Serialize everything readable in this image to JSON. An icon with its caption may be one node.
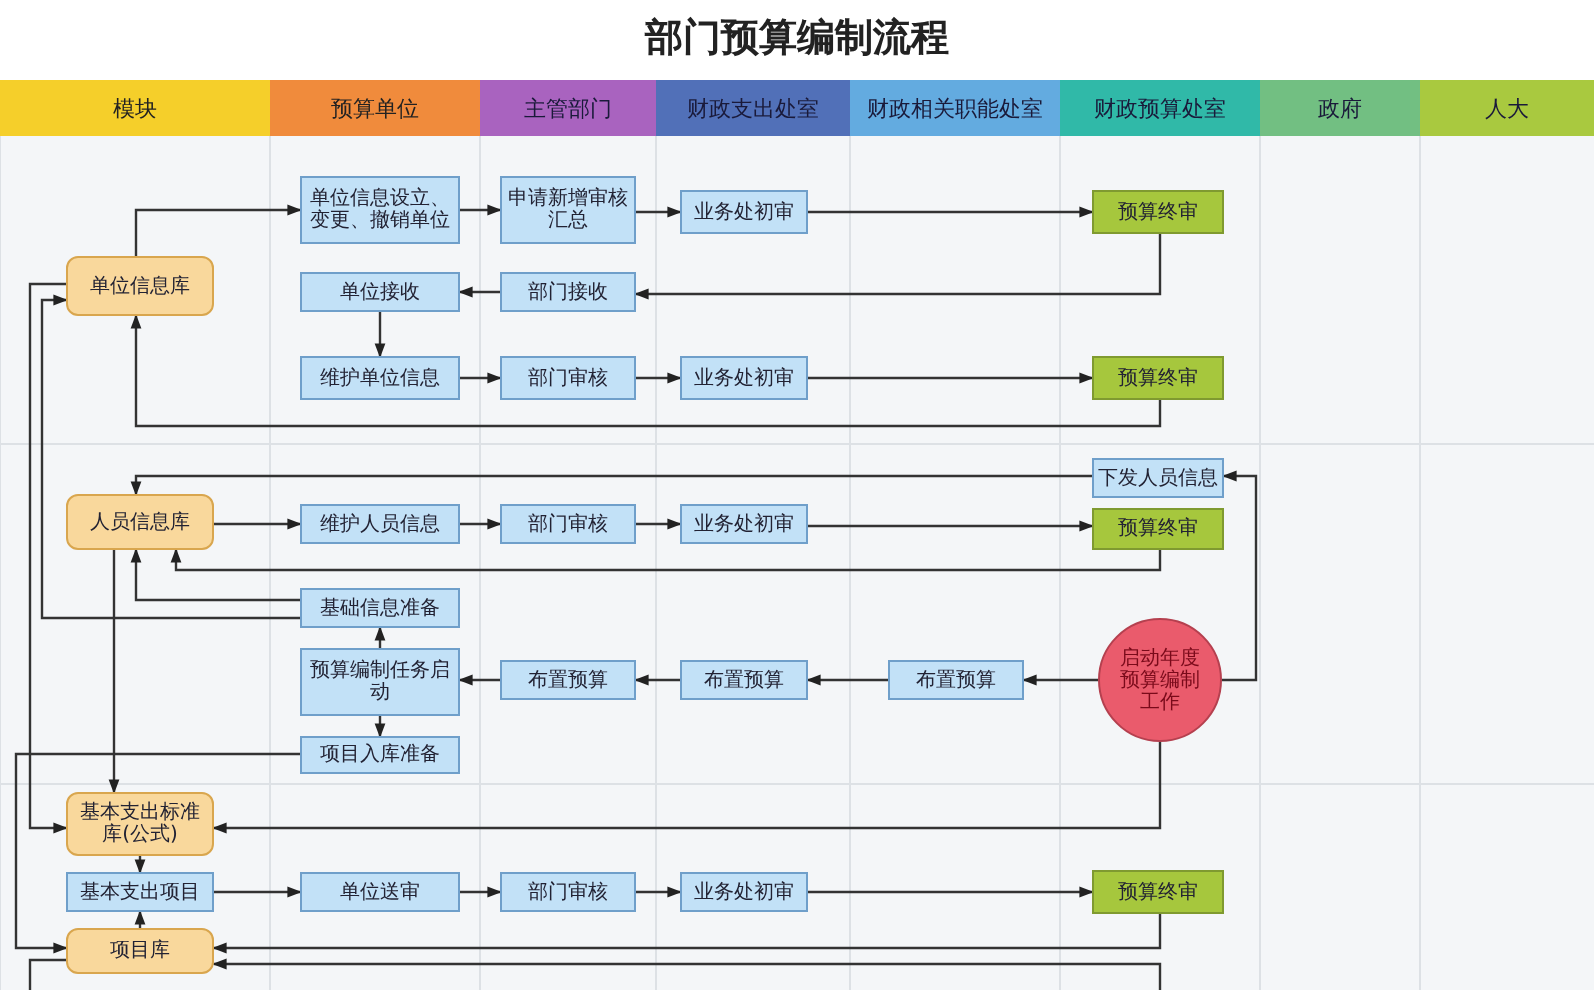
{
  "diagram": {
    "title": "部门预算编制流程",
    "nodes": [
      {
        "text": [
          "单位信息库"
        ]
      },
      {
        "text": [
          "单位信息设立、变更、撤销单位"
        ]
      },
      {
        "text": [
          "申请新增审核汇总"
        ]
      },
      {
        "text": [
          "业务处初审"
        ]
      },
      {
        "text": [
          "预算终审"
        ]
      },
      {
        "text": [
          "单位接收"
        ]
      },
      {
        "text": [
          "部门接收"
        ]
      },
      {
        "text": [
          "维护单位信息"
        ]
      },
      {
        "text": [
          "部门审核"
        ]
      },
      {
        "text": [
          "业务处初审"
        ]
      },
      {
        "text": [
          "预算终审"
        ]
      },
      {
        "text": [
          "下发人员信息"
        ]
      },
      {
        "text": [
          "人员信息库"
        ]
      },
      {
        "text": [
          "维护人员信息"
        ]
      },
      {
        "text": [
          "部门审核"
        ]
      },
      {
        "text": [
          "业务处初审"
        ]
      },
      {
        "text": [
          "预算终审"
        ]
      },
      {
        "text": [
          "基础信息准备"
        ]
      },
      {
        "text": [
          "预算编制任务启动"
        ]
      },
      {
        "text": [
          "布置预算"
        ]
      },
      {
        "text": [
          "布置预算"
        ]
      },
      {
        "text": [
          "布置预算"
        ]
      },
      {
        "text": [
          "启动年度预算编制工作"
        ]
      },
      {
        "text": [
          "项目入库准备"
        ]
      },
      {
        "text": [
          "基本支出标准库(公式)"
        ]
      },
      {
        "text": [
          "基本支出项目"
        ]
      },
      {
        "text": [
          "单位送审"
        ]
      },
      {
        "text": [
          "部门审核"
        ]
      },
      {
        "text": [
          "业务处初审"
        ]
      },
      {
        "text": [
          "预算终审"
        ]
      },
      {
        "text": [
          "项目库"
        ]
      }
    ],
    "edges": [
      {
        "from": 0,
        "to": 1,
        "arrow": "to"
      },
      {
        "from": 1,
        "to": 2,
        "arrow": "to"
      },
      {
        "from": 2,
        "to": 3,
        "arrow": "to"
      },
      {
        "from": 3,
        "to": 4,
        "arrow": "to"
      },
      {
        "from": 4,
        "to": 6,
        "arrow": "to"
      },
      {
        "from": 6,
        "to": 5,
        "arrow": "to"
      },
      {
        "from": 5,
        "to": 7,
        "arrow": "to"
      },
      {
        "from": 7,
        "to": 8,
        "arrow": "to"
      },
      {
        "from": 8,
        "to": 9,
        "arrow": "to"
      },
      {
        "from": 9,
        "to": 10,
        "arrow": "to"
      },
      {
        "from": 10,
        "to": 0,
        "arrow": "to"
      },
      {
        "from": 22,
        "to": 11,
        "arrow": "to"
      },
      {
        "from": 11,
        "to": 12,
        "arrow": "to"
      },
      {
        "from": 12,
        "to": 13,
        "arrow": "to"
      },
      {
        "from": 13,
        "to": 14,
        "arrow": "to"
      },
      {
        "from": 14,
        "to": 15,
        "arrow": "to"
      },
      {
        "from": 15,
        "to": 16,
        "arrow": "to"
      },
      {
        "from": 16,
        "to": 12,
        "arrow": "to"
      },
      {
        "from": 17,
        "to": 12,
        "arrow": "to"
      },
      {
        "from": 17,
        "to": 0,
        "arrow": "to"
      },
      {
        "from": 22,
        "to": 21,
        "arrow": "to"
      },
      {
        "from": 21,
        "to": 20,
        "arrow": "to"
      },
      {
        "from": 20,
        "to": 19,
        "arrow": "to"
      },
      {
        "from": 19,
        "to": 18,
        "arrow": "to"
      },
      {
        "from": 18,
        "to": 17,
        "arrow": "to"
      },
      {
        "from": 18,
        "to": 23,
        "arrow": "to"
      },
      {
        "from": 0,
        "to": 24,
        "arrow": "to"
      },
      {
        "from": 12,
        "to": 24,
        "arrow": "to"
      },
      {
        "from": 22,
        "to": 24,
        "arrow": "to"
      },
      {
        "from": 24,
        "to": 25,
        "arrow": "to"
      },
      {
        "from": 25,
        "to": 26,
        "arrow": "to"
      },
      {
        "from": 26,
        "to": 27,
        "arrow": "to"
      },
      {
        "from": 27,
        "to": 28,
        "arrow": "to"
      },
      {
        "from": 28,
        "to": 29,
        "arrow": "to"
      },
      {
        "from": 29,
        "to": 30,
        "arrow": "to"
      },
      {
        "from": 30,
        "to": 25,
        "arrow": "to"
      },
      {
        "from": 23,
        "to": 30,
        "arrow": "to"
      },
      {
        "from": null,
        "to": 30,
        "arrow": "to"
      },
      {
        "from": 30,
        "to": null,
        "arrow": "none"
      }
    ],
    "labels": [
      "模块",
      "预算单位",
      "主管部门",
      "财政支出处室",
      "财政相关职能处室",
      "财政预算处室",
      "政府",
      "人大"
    ]
  }
}
